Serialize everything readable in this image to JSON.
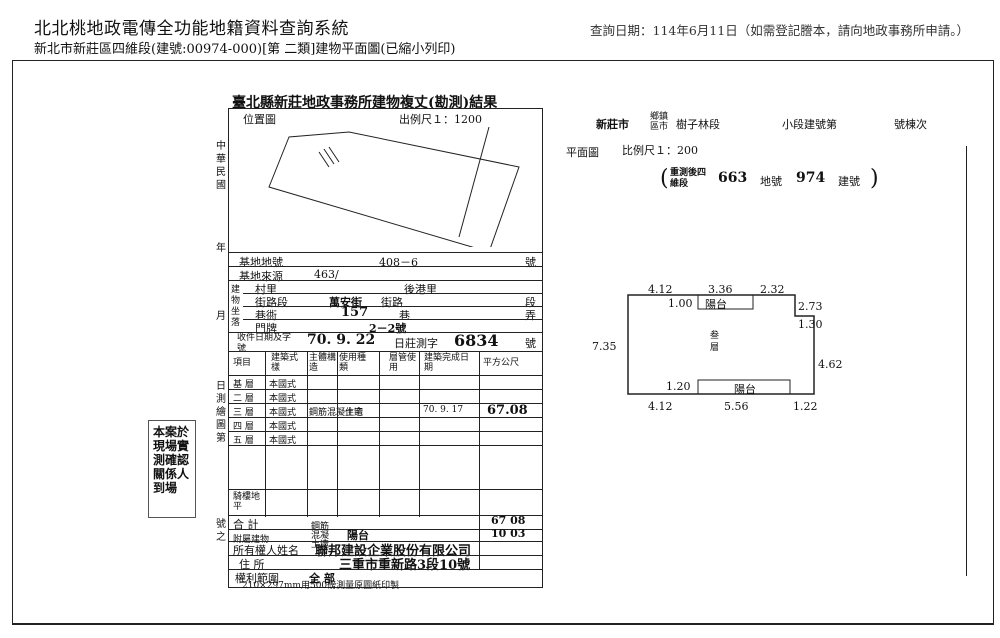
{
  "header": {
    "title": "北北桃地政電傳全功能地籍資料查詢系統",
    "subtitle": "新北市新莊區四維段(建號:00974-000)[第 二類]建物平面圖(已縮小列印)",
    "query_date": "查詢日期：114年6月11日（如需登記謄本，請向地政事務所申請。）"
  },
  "form": {
    "title": "臺北縣新莊地政事務所建物複丈(勘測)結果",
    "location_map_label": "位置圖",
    "scale": "出例尺１：1200",
    "side_labels": [
      "中華民國",
      "年",
      "月",
      "日測繪圖第",
      "號之"
    ],
    "land_no_label": "基地地號",
    "land_no_value": "408－6",
    "land_no_suffix": "號",
    "land_source_label": "基地來源",
    "land_source_value": "463/",
    "village_label": "村里",
    "village_value": "後港里",
    "street_label": "街路段",
    "street_value": "萬安街",
    "street_suffix": "街路",
    "section_suffix": "段",
    "lane_label": "巷衖",
    "lane_value": "157",
    "lane_suffix": "巷",
    "alley_suffix": "弄",
    "door_label": "門牌",
    "door_value": "2－2號",
    "building_label": "建物坐落",
    "receipt_label": "收件日期及字號",
    "receipt_value": "70. 9. 22",
    "receipt_mid": "日莊測字",
    "receipt_no": "6834",
    "receipt_suffix": "號",
    "table_headers": [
      "項目",
      "建築式樣",
      "主體構造",
      "使用種類",
      "層管使用",
      "建築完成日期",
      "平方公尺"
    ],
    "floors": [
      {
        "label": "基 層",
        "style": "本國式",
        "structure": "",
        "use": "",
        "date": "",
        "area": ""
      },
      {
        "label": "二 層",
        "style": "本國式",
        "structure": "",
        "use": "",
        "date": "",
        "area": ""
      },
      {
        "label": "三 層",
        "style": "本國式",
        "structure": "鋼筋混凝土造",
        "use": "住宅",
        "date": "70. 9. 17",
        "area": "67.08"
      },
      {
        "label": "四 層",
        "style": "本國式",
        "structure": "",
        "use": "",
        "date": "",
        "area": ""
      },
      {
        "label": "五 層",
        "style": "本國式",
        "structure": "",
        "use": "",
        "date": "",
        "area": ""
      }
    ],
    "basement_label": "騎樓地平",
    "total_label": "合 計",
    "total_value": "67 08",
    "annex_label": "附屬建物",
    "annex_structure": "鋼筋混凝土造",
    "annex_use": "陽台",
    "annex_value": "10 03",
    "owner_label": "所有權人姓名",
    "owner_value": "聯邦建設企業股份有限公司",
    "address_label": "住 所",
    "address_value": "三重市重新路3段10號",
    "rights_label": "權利範圍",
    "rights_value": "全 部",
    "footer": "210×297mm用500磅測量原圖紙印製"
  },
  "plan": {
    "district": "新莊市",
    "district2": "鄉鎮區市",
    "section": "樹子林段",
    "subsection_label": "小段建號第",
    "unit_label": "號棟次",
    "plan_label": "平面圖",
    "scale": "比例尺１：200",
    "remeasured_label": "重測後四維段",
    "land_no": "663",
    "land_label": "地號",
    "build_no": "974",
    "build_label": "建號",
    "floor_label": "叁層",
    "balcony_label": "陽台",
    "dims": {
      "top_left": "4.12",
      "top_mid": "3.36",
      "top_right": "2.32",
      "inner_left": "1.00",
      "right_step": "2.73",
      "right_step2": "1.30",
      "left_height": "7.35",
      "right_height": "4.62",
      "bottom_left_inner": "1.20",
      "bottom_left": "4.12",
      "bottom_mid": "5.56",
      "bottom_right": "1.22"
    }
  },
  "stamp": {
    "text": "本案於現場實測確認 關係人到場"
  }
}
